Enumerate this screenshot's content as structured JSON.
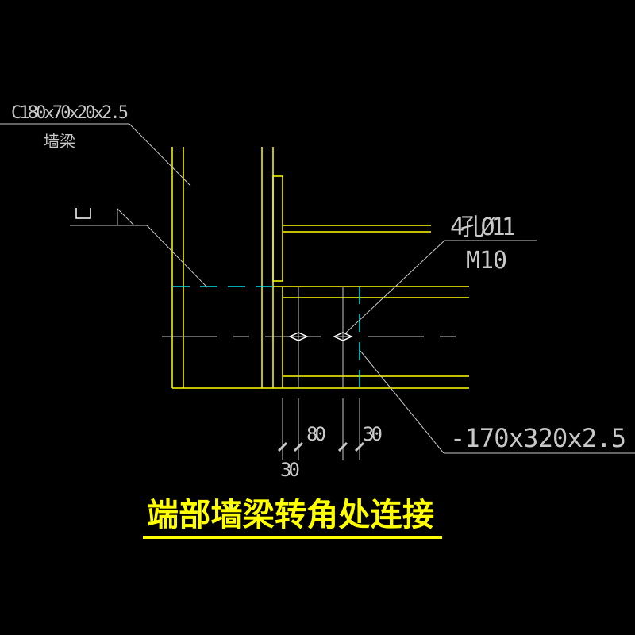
{
  "labels": {
    "wall_beam_section": "C180x70x20x2.5",
    "wall_beam_name": "墙梁",
    "bolt_holes": "4孔Ø11",
    "bolt_size": "M10",
    "plate": "-170x320x2.5",
    "dim_80": "80",
    "dim_30_right": "30",
    "dim_30_left": "30",
    "title": "端部墙梁转角处连接"
  },
  "colors": {
    "object": "#ffff00",
    "annotation": "#c8c8c8",
    "hidden": "#00e5e5",
    "title": "#ffff00"
  }
}
